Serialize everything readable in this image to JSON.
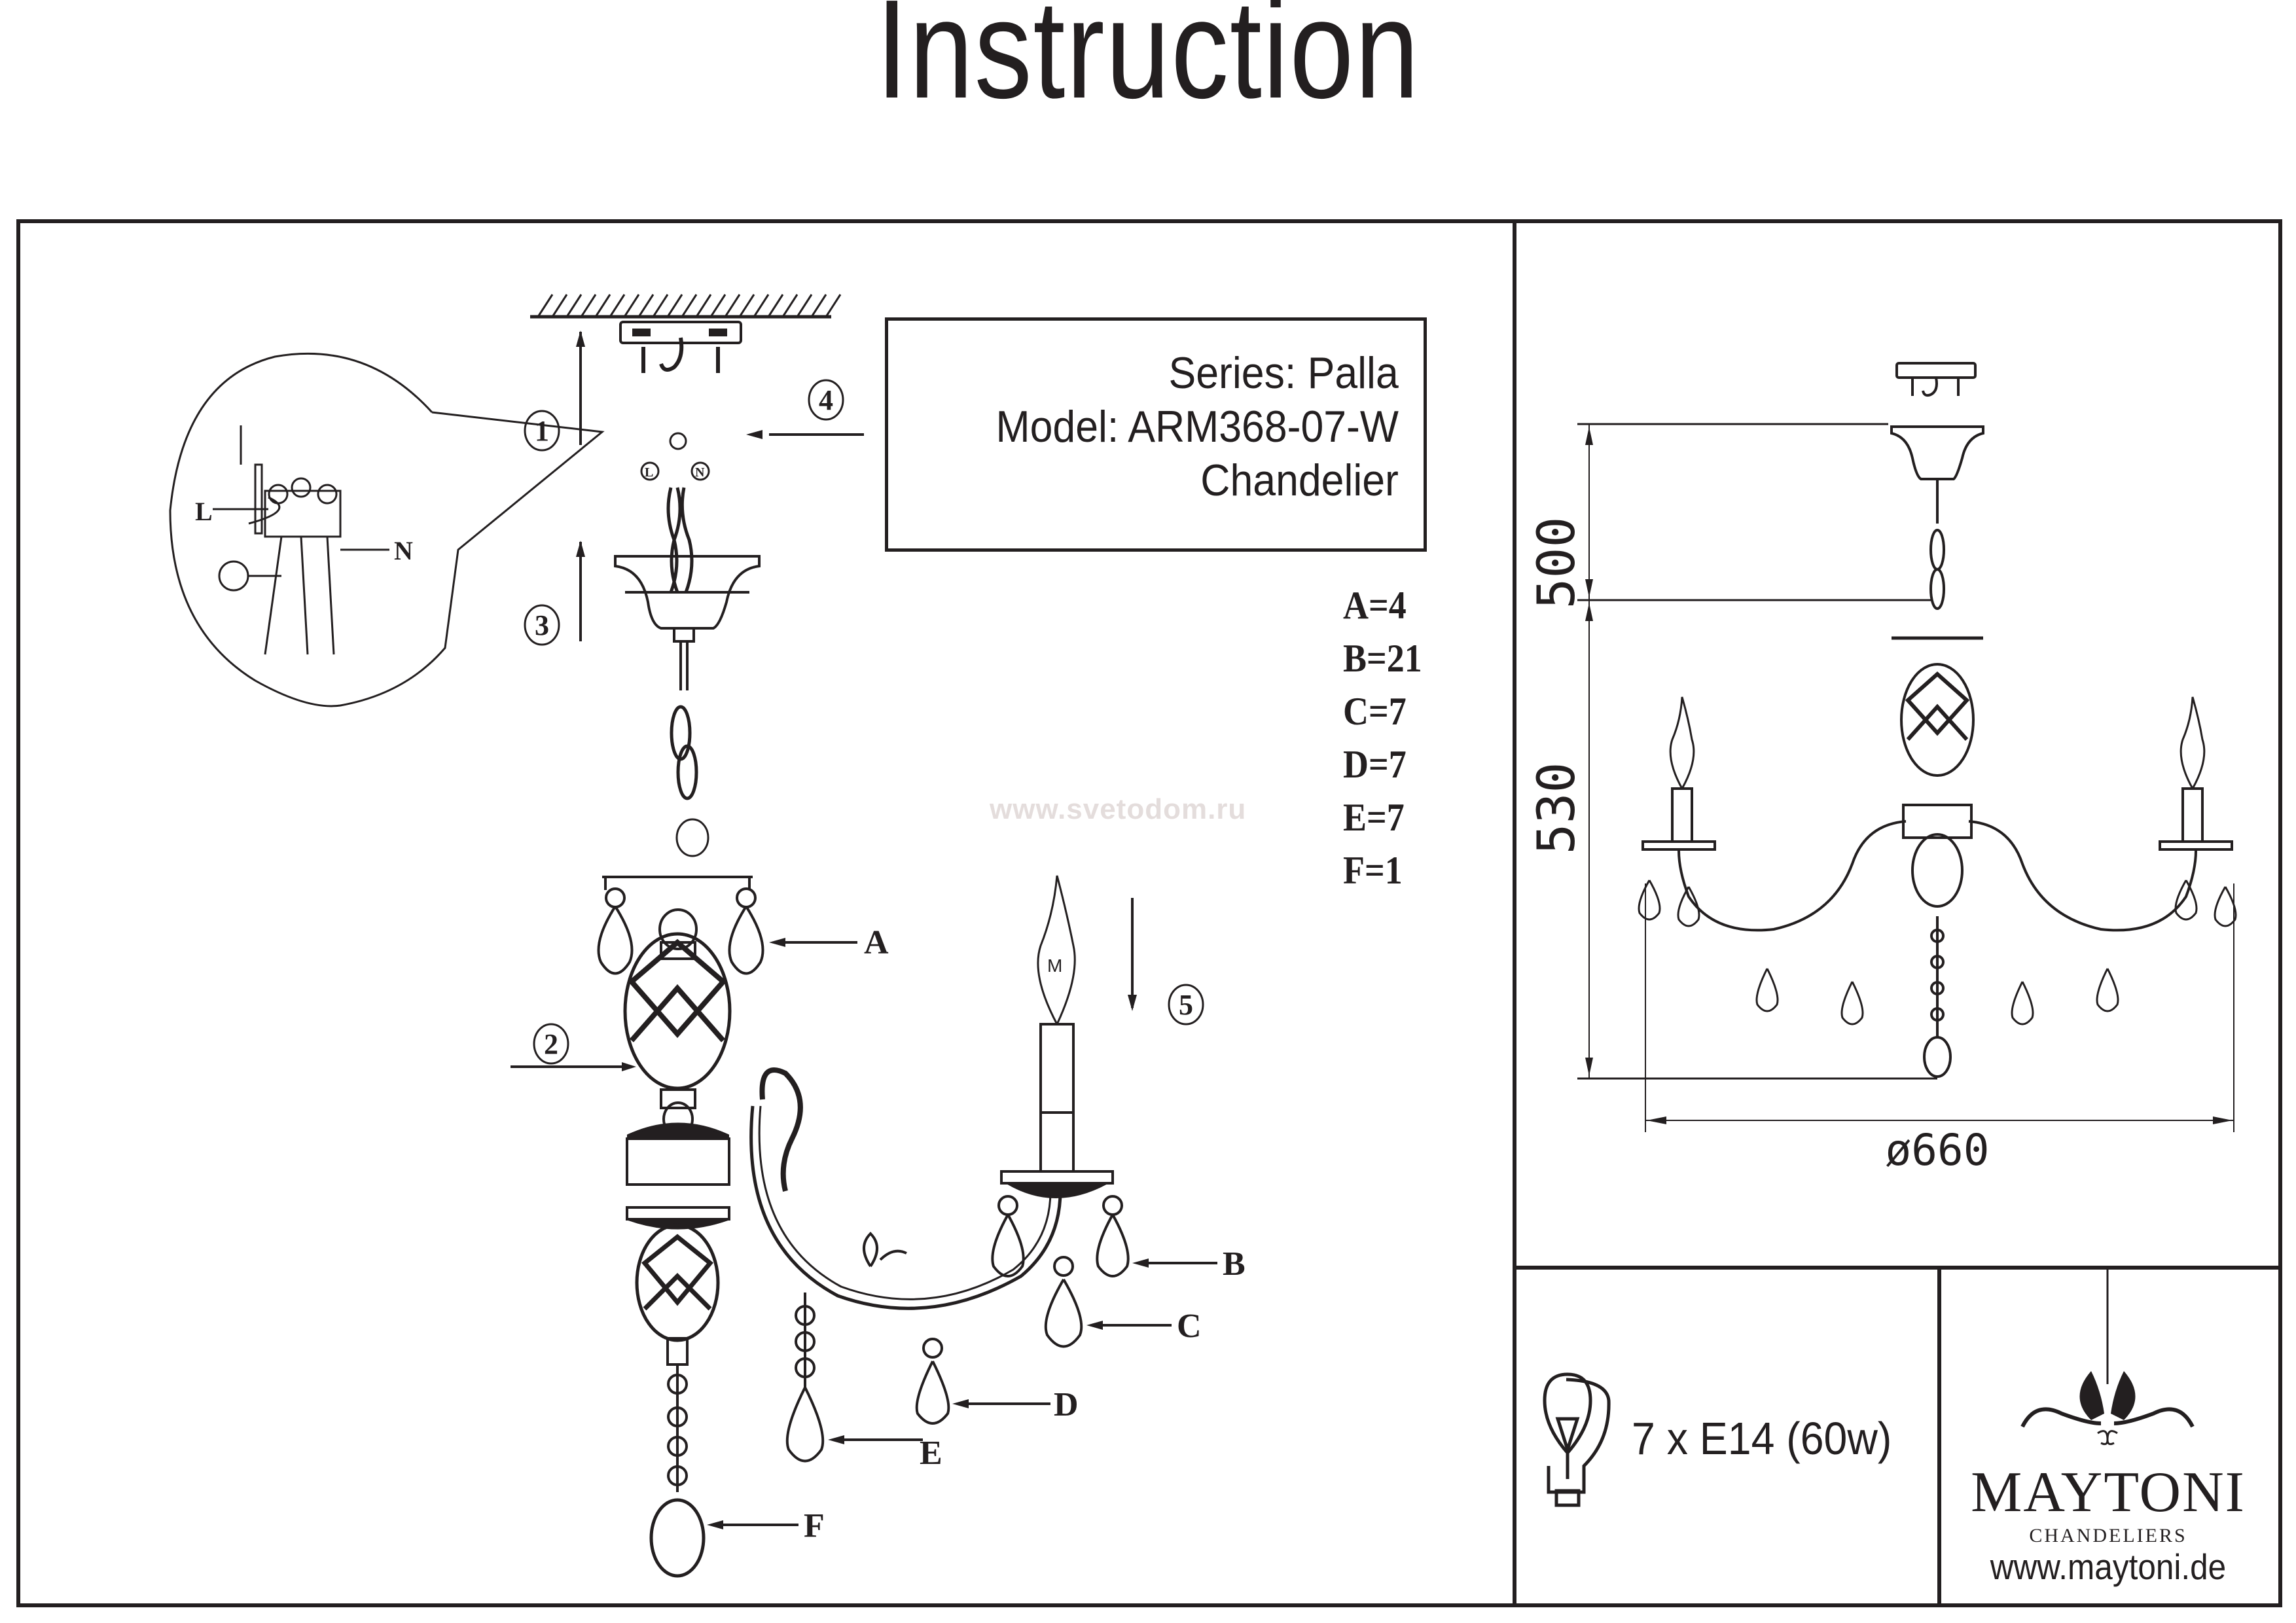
{
  "document": {
    "title": "Instruction",
    "watermark": "www.svetodom.ru"
  },
  "product_info": {
    "series": "Series: Palla",
    "model": "Model: ARM368-07-W",
    "type": "Chandelier"
  },
  "parts_list": [
    {
      "label": "A=4"
    },
    {
      "label": "B=21"
    },
    {
      "label": "C=7"
    },
    {
      "label": "D=7"
    },
    {
      "label": "E=7"
    },
    {
      "label": "F=1"
    }
  ],
  "callouts": {
    "part_letters": [
      "A",
      "B",
      "C",
      "D",
      "E",
      "F"
    ],
    "steps": [
      "1",
      "2",
      "3",
      "4",
      "5"
    ],
    "wiring": {
      "live": "L",
      "neutral": "N",
      "earth_symbol": "earth-icon"
    }
  },
  "dimensions": {
    "chain_height": "500",
    "body_height": "530",
    "diameter": "ø660"
  },
  "bulb": {
    "spec": "7 x E14 (60w)",
    "icon": "bulb-icon"
  },
  "brand": {
    "name": "MAYTONI",
    "tagline": "CHANDELIERS",
    "url": "www.maytoni.de",
    "logo_icon": "chandelier-ornament-icon"
  },
  "colors": {
    "ink": "#231f20",
    "watermark": "#e4dddc",
    "paper": "#ffffff"
  }
}
